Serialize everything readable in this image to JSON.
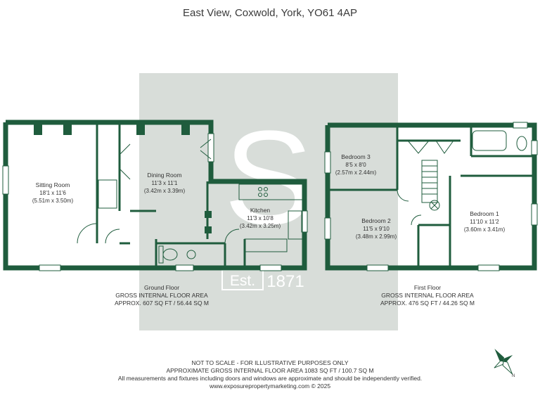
{
  "title": "East View, Coxwold, York, YO61 4AP",
  "watermark": {
    "letter": "S",
    "est": "Est.",
    "year": "1871"
  },
  "colors": {
    "wall": "#1f5c3d",
    "watermark": "#d8ddd9",
    "text": "#333333"
  },
  "ground_floor": {
    "rooms": [
      {
        "name": "Sitting Room",
        "imperial": "18'1 x 11'6",
        "metric": "(5.51m x 3.50m)"
      },
      {
        "name": "Dining Room",
        "imperial": "11'3 x 11'1",
        "metric": "(3.42m x 3.39m)"
      },
      {
        "name": "Kitchen",
        "imperial": "11'3 x 10'8",
        "metric": "(3.42m x 3.25m)"
      }
    ],
    "label": [
      "Ground Floor",
      "GROSS INTERNAL FLOOR AREA",
      "APPROX. 607 SQ FT / 56.44 SQ M"
    ]
  },
  "first_floor": {
    "rooms": [
      {
        "name": "Bedroom 3",
        "imperial": "8'5 x 8'0",
        "metric": "(2.57m x 2.44m)"
      },
      {
        "name": "Bedroom 2",
        "imperial": "11'5 x 9'10",
        "metric": "(3.48m x 2.99m)"
      },
      {
        "name": "Bedroom 1",
        "imperial": "11'10 x 11'2",
        "metric": "(3.60m x 3.41m)"
      }
    ],
    "label": [
      "First Floor",
      "GROSS INTERNAL FLOOR AREA",
      "APPROX. 476 SQ FT / 44.26 SQ M"
    ]
  },
  "footer": {
    "line1": "NOT TO SCALE - FOR ILLUSTRATIVE PURPOSES ONLY",
    "line2": "APPROXIMATE GROSS INTERNAL FLOOR AREA 1083 SQ FT / 100.7 SQ M",
    "line3": "All measurements and fixtures including doors and windows are approximate and should be independently verified.",
    "line4": "www.exposurepropertymarketing.com © 2025"
  },
  "compass": {
    "letter": "N",
    "icon": "compass-icon"
  }
}
